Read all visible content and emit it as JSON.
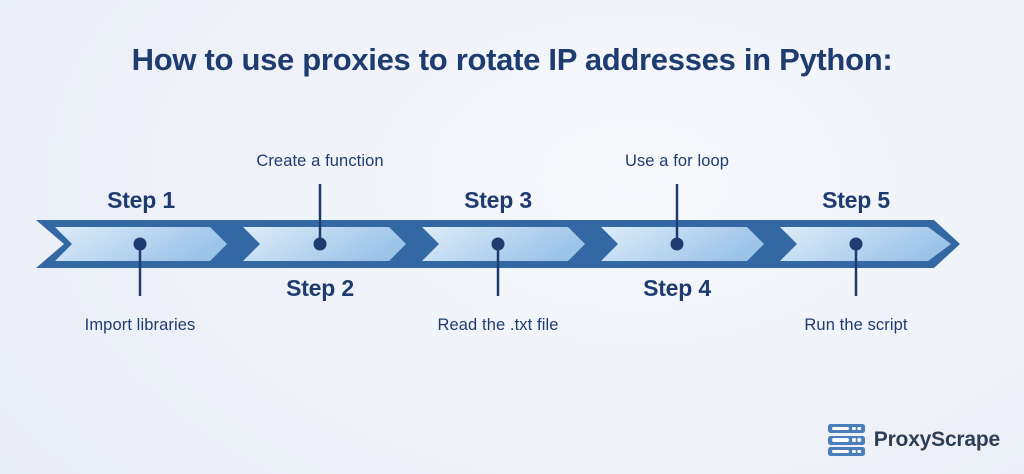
{
  "title": "How to use proxies to rotate IP addresses in Python:",
  "steps": [
    {
      "name": "Step 1",
      "description": "Import libraries",
      "label_position": "above",
      "description_position": "below"
    },
    {
      "name": "Step 2",
      "description": "Create a function",
      "label_position": "below",
      "description_position": "above"
    },
    {
      "name": "Step 3",
      "description": "Read the .txt file",
      "label_position": "above",
      "description_position": "below"
    },
    {
      "name": "Step 4",
      "description": "Use a for loop",
      "label_position": "below",
      "description_position": "above"
    },
    {
      "name": "Step 5",
      "description": "Run the script",
      "label_position": "above",
      "description_position": "below"
    }
  ],
  "logo": {
    "text": "ProxyScrape",
    "icon": "server-stack-icon"
  },
  "colors": {
    "title_text": "#1f3c70",
    "band_outline": "#3468a4",
    "segment_gradient_start": "#dcebf9",
    "segment_gradient_end": "#9cc4e8",
    "marker_dot": "#1f3c70",
    "logo_icon_blue": "#4a7fbc",
    "logo_text": "#2f3e55",
    "background": "#edf0f8"
  }
}
